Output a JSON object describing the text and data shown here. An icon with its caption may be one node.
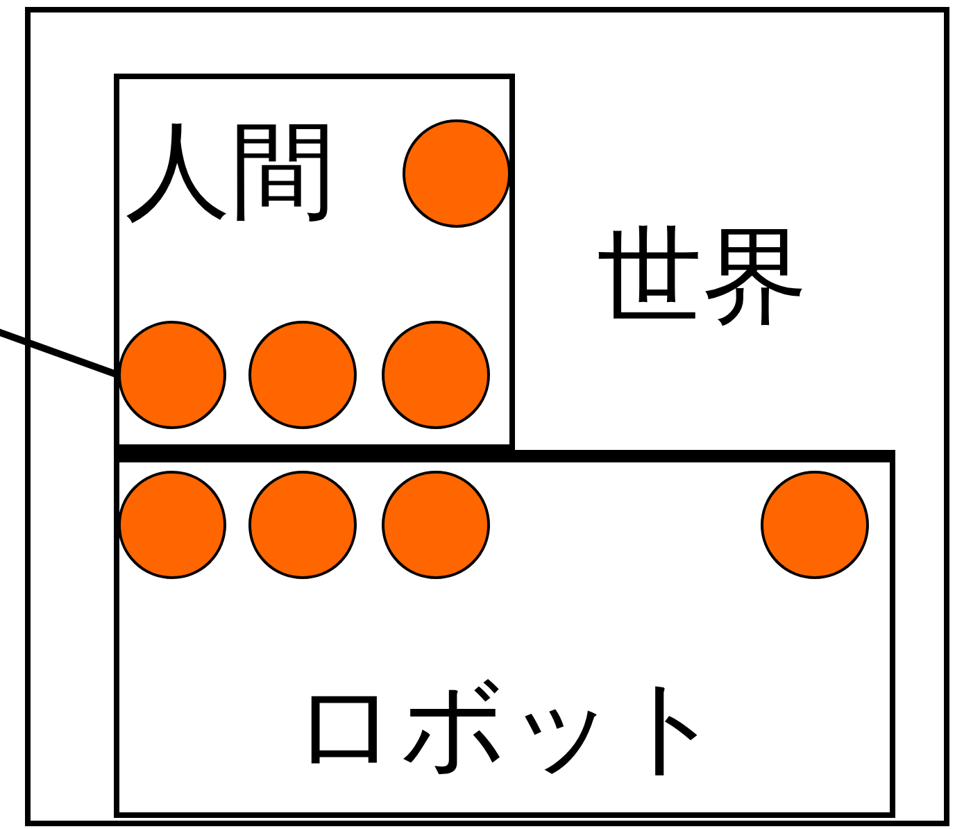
{
  "diagram": {
    "nodes": [
      {
        "text": [
          "世界"
        ]
      },
      {
        "text": [
          "人間"
        ],
        "in": 0
      },
      {
        "text": [],
        "shape": "circle",
        "in": 1
      },
      {
        "text": [],
        "shape": "circle",
        "in": 1
      },
      {
        "text": [],
        "shape": "circle",
        "in": 1
      },
      {
        "text": [],
        "shape": "circle",
        "in": 1
      },
      {
        "text": [
          "ロボット"
        ],
        "in": 0
      },
      {
        "text": [],
        "shape": "circle",
        "in": 6
      },
      {
        "text": [],
        "shape": "circle",
        "in": 6
      },
      {
        "text": [],
        "shape": "circle",
        "in": 6
      },
      {
        "text": [],
        "shape": "circle",
        "in": 6
      }
    ],
    "edges": [
      {
        "from": null,
        "to": 3,
        "arrow": "none"
      }
    ]
  }
}
